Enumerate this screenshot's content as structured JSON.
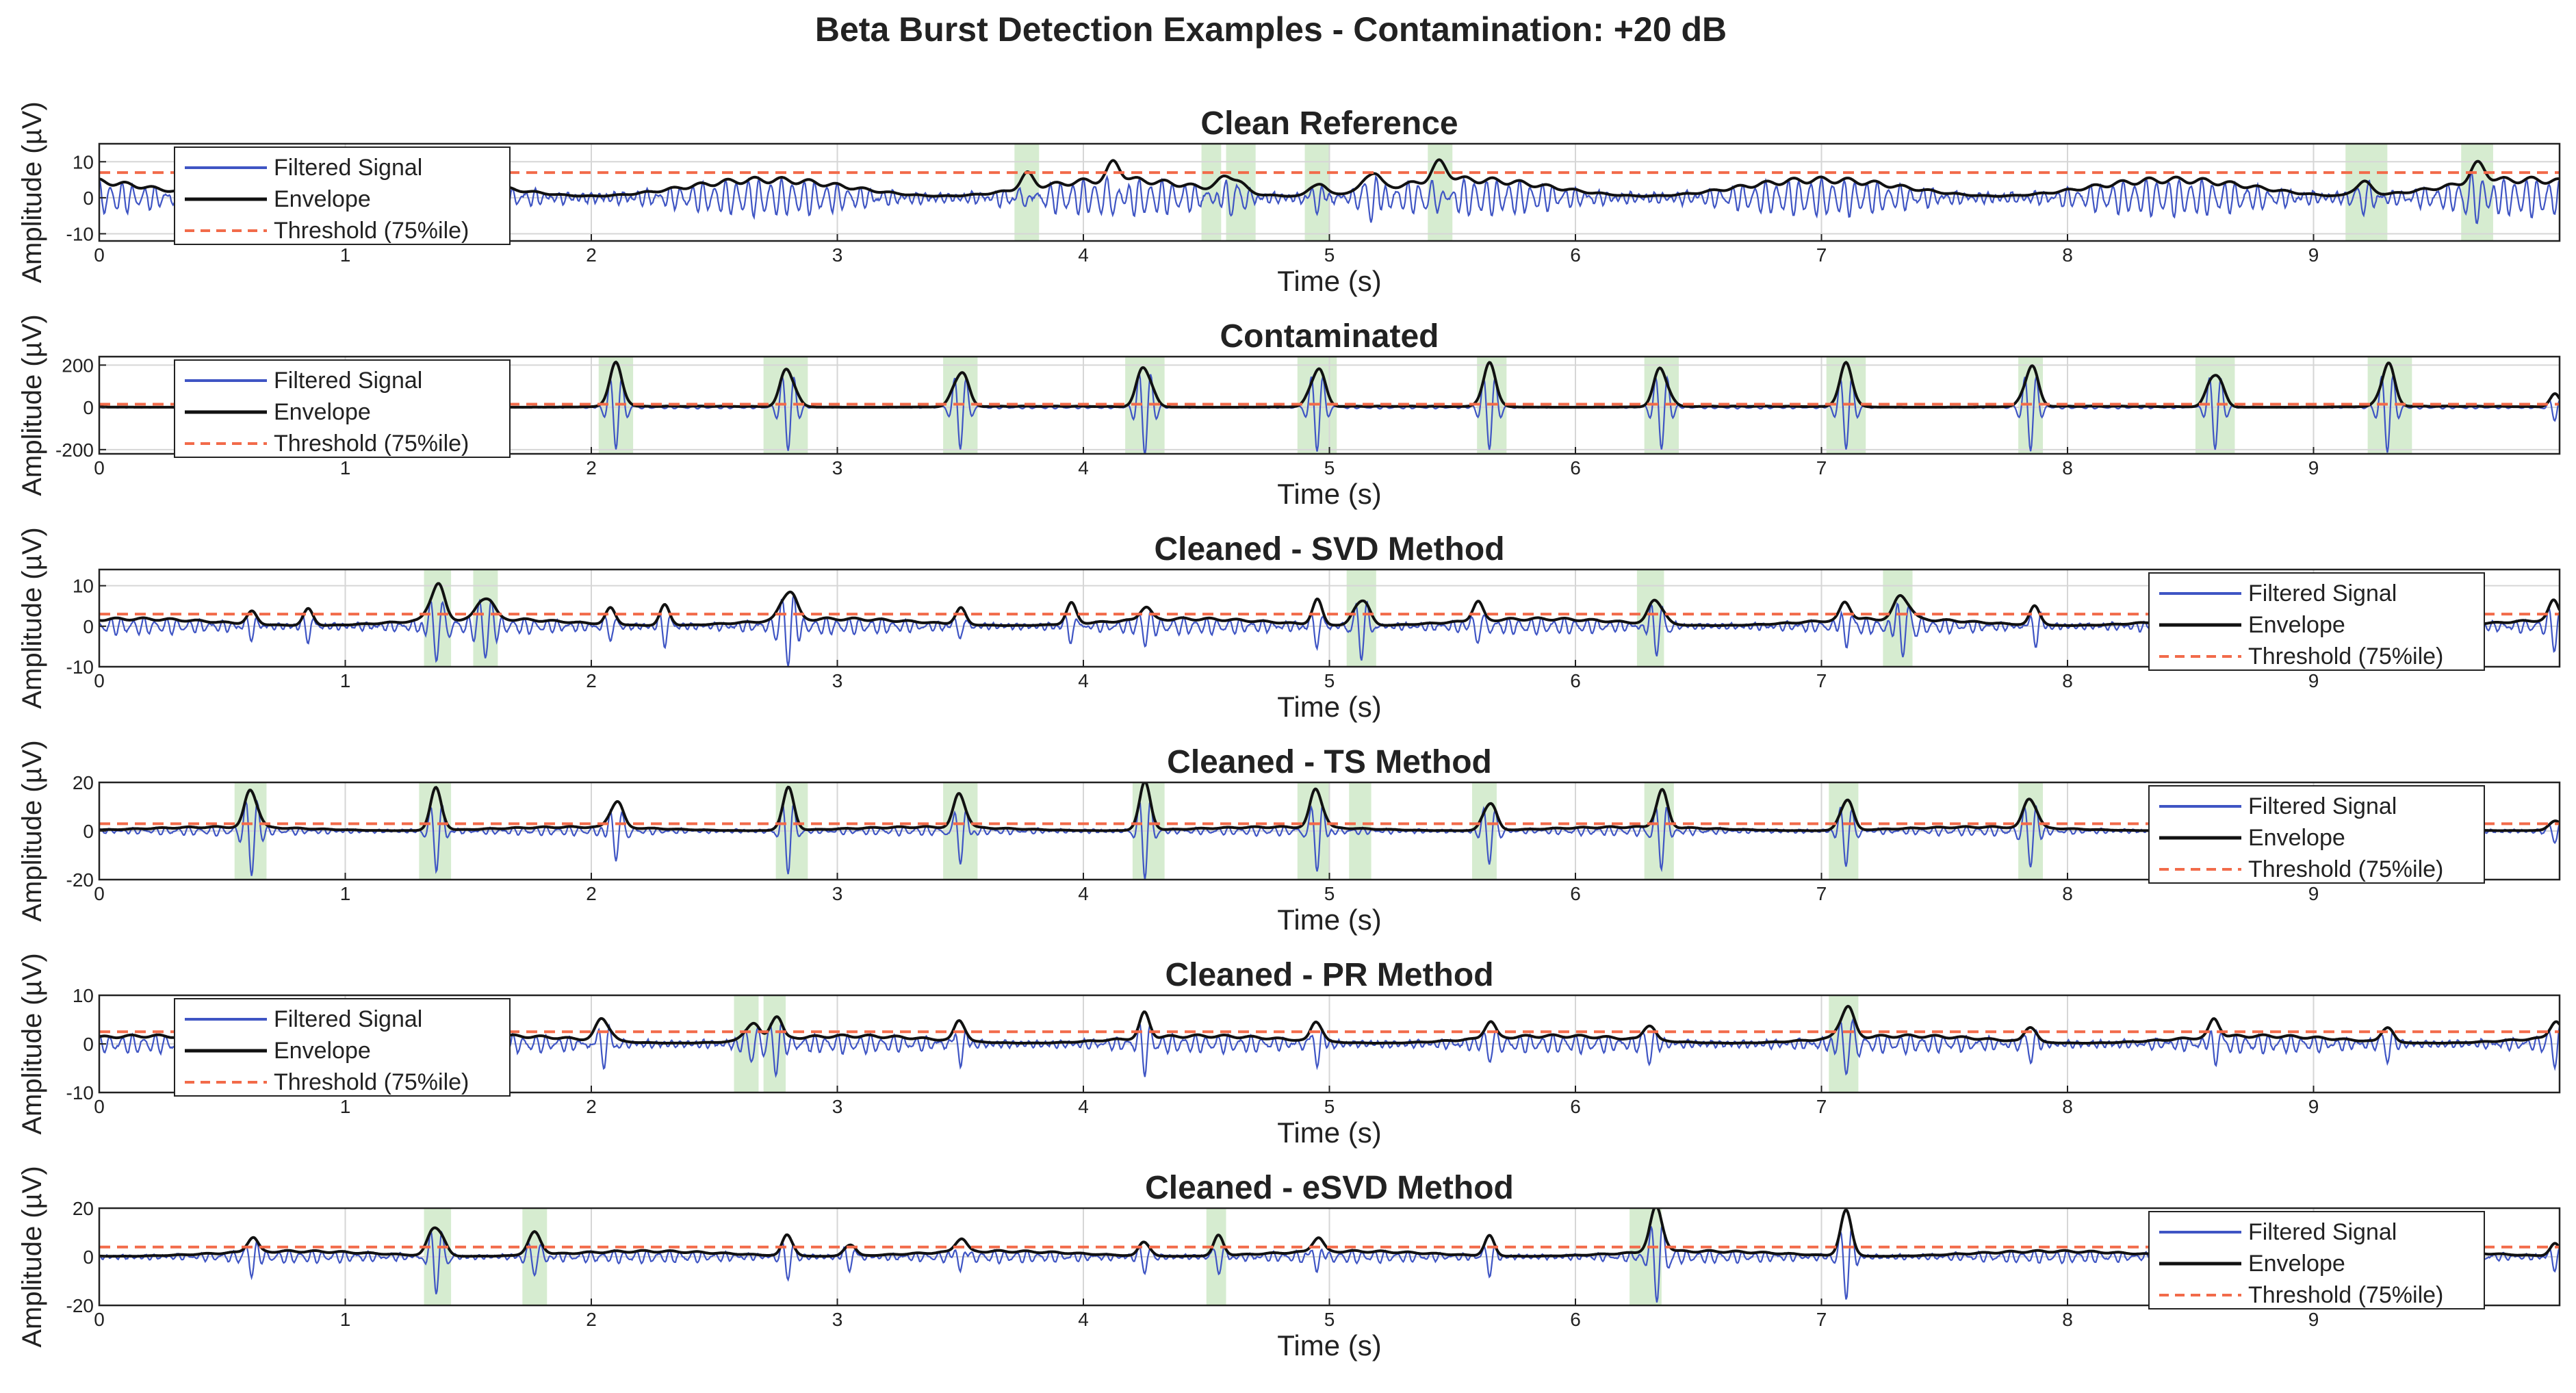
{
  "figure": {
    "title": "Beta Burst Detection Examples - Contamination: +20 dB"
  },
  "colors": {
    "signal": "#3f55c4",
    "envelope": "#111111",
    "threshold": "#f26b4a",
    "burst_shade": "#cfe9c8",
    "grid": "#d6d6d6",
    "axis": "#222222"
  },
  "chart_data": [
    {
      "type": "line",
      "title": "Clean Reference",
      "xlabel": "Time (s)",
      "ylabel": "Amplitude (µV)",
      "xlim": [
        0,
        10
      ],
      "ylim": [
        -12,
        15
      ],
      "xticks": [
        0,
        1,
        2,
        3,
        4,
        5,
        6,
        7,
        8,
        9
      ],
      "yticks": [
        -10,
        0,
        10
      ],
      "grid": true,
      "legend": {
        "position": "top-left",
        "entries": [
          "Filtered Signal",
          "Envelope",
          "Threshold (75%ile)"
        ]
      },
      "threshold": 7,
      "signal": {
        "amp": 5.5,
        "noise": 1.1,
        "seed": 11,
        "bursts": [
          {
            "t": 3.77,
            "a": 4,
            "w": 0.04
          },
          {
            "t": 4.13,
            "a": 5,
            "w": 0.04
          },
          {
            "t": 4.6,
            "a": 5,
            "w": 0.06
          },
          {
            "t": 4.95,
            "a": 4,
            "w": 0.04
          },
          {
            "t": 5.17,
            "a": 6,
            "w": 0.04
          },
          {
            "t": 5.45,
            "a": 5,
            "w": 0.05
          },
          {
            "t": 9.2,
            "a": 4,
            "w": 0.05
          },
          {
            "t": 9.67,
            "a": 5,
            "w": 0.05
          }
        ]
      },
      "shaded_bursts": [
        [
          3.72,
          3.82
        ],
        [
          4.48,
          4.56
        ],
        [
          4.58,
          4.7
        ],
        [
          4.9,
          5.0
        ],
        [
          5.4,
          5.5
        ],
        [
          9.13,
          9.3
        ],
        [
          9.6,
          9.73
        ]
      ]
    },
    {
      "type": "line",
      "title": "Contaminated",
      "xlabel": "Time (s)",
      "ylabel": "Amplitude (µV)",
      "xlim": [
        0,
        10
      ],
      "ylim": [
        -220,
        240
      ],
      "xticks": [
        0,
        1,
        2,
        3,
        4,
        5,
        6,
        7,
        8,
        9
      ],
      "yticks": [
        -200,
        0,
        200
      ],
      "grid": true,
      "legend": {
        "position": "top-left",
        "entries": [
          "Filtered Signal",
          "Envelope",
          "Threshold (75%ile)"
        ]
      },
      "threshold": 15,
      "signal": {
        "amp": 6,
        "noise": 2,
        "seed": 23,
        "bursts": [
          {
            "t": 2.1,
            "a": 200,
            "w": 0.04
          },
          {
            "t": 2.8,
            "a": 205,
            "w": 0.04
          },
          {
            "t": 3.5,
            "a": 200,
            "w": 0.04
          },
          {
            "t": 4.25,
            "a": 225,
            "w": 0.04
          },
          {
            "t": 4.95,
            "a": 210,
            "w": 0.04
          },
          {
            "t": 5.65,
            "a": 200,
            "w": 0.04
          },
          {
            "t": 6.35,
            "a": 200,
            "w": 0.04
          },
          {
            "t": 7.1,
            "a": 200,
            "w": 0.04
          },
          {
            "t": 7.85,
            "a": 205,
            "w": 0.04
          },
          {
            "t": 8.6,
            "a": 200,
            "w": 0.04
          },
          {
            "t": 9.3,
            "a": 210,
            "w": 0.04
          },
          {
            "t": 9.98,
            "a": 60,
            "w": 0.03
          }
        ]
      },
      "shaded_bursts": [
        [
          2.03,
          2.17
        ],
        [
          2.7,
          2.88
        ],
        [
          3.43,
          3.57
        ],
        [
          4.17,
          4.33
        ],
        [
          4.87,
          5.03
        ],
        [
          5.6,
          5.72
        ],
        [
          6.28,
          6.42
        ],
        [
          7.02,
          7.18
        ],
        [
          7.8,
          7.9
        ],
        [
          8.52,
          8.68
        ],
        [
          9.22,
          9.4
        ]
      ]
    },
    {
      "type": "line",
      "title": "Cleaned - SVD Method",
      "xlabel": "Time (s)",
      "ylabel": "Amplitude (µV)",
      "xlim": [
        0,
        10
      ],
      "ylim": [
        -10,
        14
      ],
      "xticks": [
        0,
        1,
        2,
        3,
        4,
        5,
        6,
        7,
        8,
        9
      ],
      "yticks": [
        -10,
        0,
        10
      ],
      "grid": true,
      "legend": {
        "position": "top-right",
        "entries": [
          "Filtered Signal",
          "Envelope",
          "Threshold (75%ile)"
        ]
      },
      "threshold": 3,
      "signal": {
        "amp": 2,
        "noise": 0.6,
        "seed": 37,
        "bursts": [
          {
            "t": 0.62,
            "a": 3,
            "w": 0.03
          },
          {
            "t": 0.85,
            "a": 4,
            "w": 0.03
          },
          {
            "t": 1.37,
            "a": 10,
            "w": 0.04
          },
          {
            "t": 1.57,
            "a": 7,
            "w": 0.04
          },
          {
            "t": 2.08,
            "a": 4,
            "w": 0.03
          },
          {
            "t": 2.3,
            "a": 5,
            "w": 0.03
          },
          {
            "t": 2.8,
            "a": 9,
            "w": 0.04
          },
          {
            "t": 3.5,
            "a": 4,
            "w": 0.03
          },
          {
            "t": 3.95,
            "a": 5,
            "w": 0.03
          },
          {
            "t": 4.25,
            "a": 4,
            "w": 0.03
          },
          {
            "t": 4.95,
            "a": 6,
            "w": 0.03
          },
          {
            "t": 5.13,
            "a": 8,
            "w": 0.04
          },
          {
            "t": 5.6,
            "a": 5,
            "w": 0.03
          },
          {
            "t": 6.33,
            "a": 7,
            "w": 0.04
          },
          {
            "t": 7.1,
            "a": 5,
            "w": 0.03
          },
          {
            "t": 7.33,
            "a": 7,
            "w": 0.04
          },
          {
            "t": 7.87,
            "a": 5,
            "w": 0.03
          },
          {
            "t": 8.58,
            "a": 5,
            "w": 0.03
          },
          {
            "t": 9.98,
            "a": 5,
            "w": 0.03
          }
        ]
      },
      "shaded_bursts": [
        [
          1.32,
          1.43
        ],
        [
          1.52,
          1.62
        ],
        [
          5.07,
          5.19
        ],
        [
          6.25,
          6.36
        ],
        [
          7.25,
          7.37
        ]
      ]
    },
    {
      "type": "line",
      "title": "Cleaned - TS Method",
      "xlabel": "Time (s)",
      "ylabel": "Amplitude (µV)",
      "xlim": [
        0,
        10
      ],
      "ylim": [
        -20,
        20
      ],
      "xticks": [
        0,
        1,
        2,
        3,
        4,
        5,
        6,
        7,
        8,
        9
      ],
      "yticks": [
        -20,
        0,
        20
      ],
      "grid": true,
      "legend": {
        "position": "top-right",
        "entries": [
          "Filtered Signal",
          "Envelope",
          "Threshold (75%ile)"
        ]
      },
      "threshold": 3,
      "signal": {
        "amp": 1.8,
        "noise": 0.6,
        "seed": 41,
        "bursts": [
          {
            "t": 0.62,
            "a": 18,
            "w": 0.035
          },
          {
            "t": 1.37,
            "a": 17,
            "w": 0.035
          },
          {
            "t": 2.1,
            "a": 13,
            "w": 0.035
          },
          {
            "t": 2.8,
            "a": 17,
            "w": 0.035
          },
          {
            "t": 3.5,
            "a": 15,
            "w": 0.035
          },
          {
            "t": 4.25,
            "a": 19,
            "w": 0.035
          },
          {
            "t": 4.95,
            "a": 18,
            "w": 0.035
          },
          {
            "t": 5.65,
            "a": 14,
            "w": 0.035
          },
          {
            "t": 6.35,
            "a": 15,
            "w": 0.035
          },
          {
            "t": 7.1,
            "a": 15,
            "w": 0.035
          },
          {
            "t": 7.85,
            "a": 15,
            "w": 0.035
          },
          {
            "t": 9.98,
            "a": 5,
            "w": 0.03
          }
        ]
      },
      "shaded_bursts": [
        [
          0.55,
          0.68
        ],
        [
          1.3,
          1.43
        ],
        [
          2.75,
          2.88
        ],
        [
          3.43,
          3.57
        ],
        [
          4.2,
          4.33
        ],
        [
          4.87,
          5.0
        ],
        [
          5.08,
          5.17
        ],
        [
          5.58,
          5.68
        ],
        [
          6.28,
          6.4
        ],
        [
          7.03,
          7.15
        ],
        [
          7.8,
          7.9
        ]
      ]
    },
    {
      "type": "line",
      "title": "Cleaned - PR Method",
      "xlabel": "Time (s)",
      "ylabel": "Amplitude (µV)",
      "xlim": [
        0,
        10
      ],
      "ylim": [
        -10,
        10
      ],
      "xticks": [
        0,
        1,
        2,
        3,
        4,
        5,
        6,
        7,
        8,
        9
      ],
      "yticks": [
        -10,
        0,
        10
      ],
      "grid": true,
      "legend": {
        "position": "top-left",
        "entries": [
          "Filtered Signal",
          "Envelope",
          "Threshold (75%ile)"
        ]
      },
      "threshold": 2.5,
      "signal": {
        "amp": 1.8,
        "noise": 0.6,
        "seed": 53,
        "bursts": [
          {
            "t": 2.05,
            "a": 5,
            "w": 0.04
          },
          {
            "t": 2.65,
            "a": 4,
            "w": 0.04
          },
          {
            "t": 2.75,
            "a": 6,
            "w": 0.03
          },
          {
            "t": 3.5,
            "a": 5,
            "w": 0.03
          },
          {
            "t": 4.25,
            "a": 5,
            "w": 0.03
          },
          {
            "t": 4.95,
            "a": 5,
            "w": 0.03
          },
          {
            "t": 5.65,
            "a": 4,
            "w": 0.03
          },
          {
            "t": 6.3,
            "a": 4,
            "w": 0.03
          },
          {
            "t": 7.1,
            "a": 7,
            "w": 0.04
          },
          {
            "t": 7.85,
            "a": 4,
            "w": 0.03
          },
          {
            "t": 8.6,
            "a": 4,
            "w": 0.03
          },
          {
            "t": 9.3,
            "a": 4,
            "w": 0.03
          },
          {
            "t": 9.98,
            "a": 4,
            "w": 0.03
          }
        ]
      },
      "shaded_bursts": [
        [
          2.58,
          2.68
        ],
        [
          2.7,
          2.79
        ],
        [
          7.03,
          7.15
        ]
      ]
    },
    {
      "type": "line",
      "title": "Cleaned - eSVD Method",
      "xlabel": "Time (s)",
      "ylabel": "Amplitude (µV)",
      "xlim": [
        0,
        10
      ],
      "ylim": [
        -20,
        20
      ],
      "xticks": [
        0,
        1,
        2,
        3,
        4,
        5,
        6,
        7,
        8,
        9
      ],
      "yticks": [
        -20,
        0,
        20
      ],
      "grid": true,
      "legend": {
        "position": "top-right",
        "entries": [
          "Filtered Signal",
          "Envelope",
          "Threshold (75%ile)"
        ]
      },
      "threshold": 4,
      "signal": {
        "amp": 2.5,
        "noise": 0.8,
        "seed": 67,
        "bursts": [
          {
            "t": 0.62,
            "a": 7,
            "w": 0.03
          },
          {
            "t": 1.37,
            "a": 15,
            "w": 0.04
          },
          {
            "t": 1.77,
            "a": 9,
            "w": 0.04
          },
          {
            "t": 2.8,
            "a": 10,
            "w": 0.03
          },
          {
            "t": 3.05,
            "a": 6,
            "w": 0.03
          },
          {
            "t": 3.5,
            "a": 7,
            "w": 0.03
          },
          {
            "t": 4.25,
            "a": 7,
            "w": 0.03
          },
          {
            "t": 4.55,
            "a": 8,
            "w": 0.03
          },
          {
            "t": 4.95,
            "a": 7,
            "w": 0.03
          },
          {
            "t": 5.65,
            "a": 8,
            "w": 0.03
          },
          {
            "t": 6.33,
            "a": 18,
            "w": 0.04
          },
          {
            "t": 7.1,
            "a": 18,
            "w": 0.035
          },
          {
            "t": 9.98,
            "a": 5,
            "w": 0.03
          }
        ]
      },
      "shaded_bursts": [
        [
          1.32,
          1.43
        ],
        [
          1.72,
          1.82
        ],
        [
          4.5,
          4.58
        ],
        [
          6.22,
          6.35
        ]
      ]
    }
  ]
}
